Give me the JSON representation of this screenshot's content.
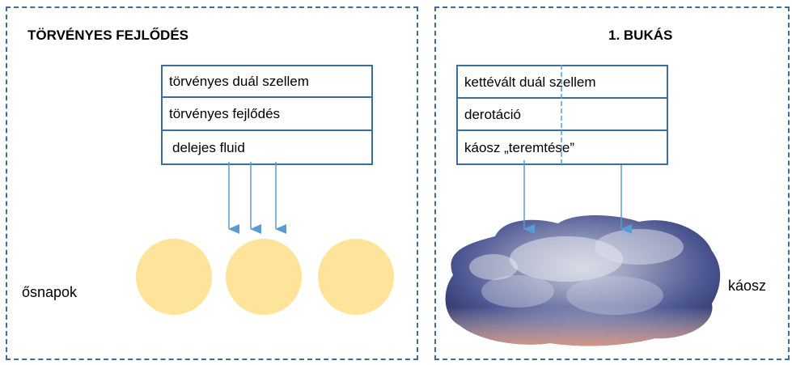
{
  "left_panel": {
    "title": "TÖRVÉNYES FEJLŐDÉS",
    "rows": [
      "törvényes duál szellem",
      "törvényes fejlődés",
      "delejes fluid"
    ],
    "label": "ősnapok"
  },
  "right_panel": {
    "title": "1. BUKÁS",
    "rows": [
      "kettévált duál szellem",
      "derotáció",
      "káosz „teremtése”"
    ],
    "label": "káosz"
  },
  "colors": {
    "border": "#3c6e9b",
    "arrow": "#5b9bd5",
    "sun": "#fde49a",
    "cloud": "#4a5688"
  }
}
